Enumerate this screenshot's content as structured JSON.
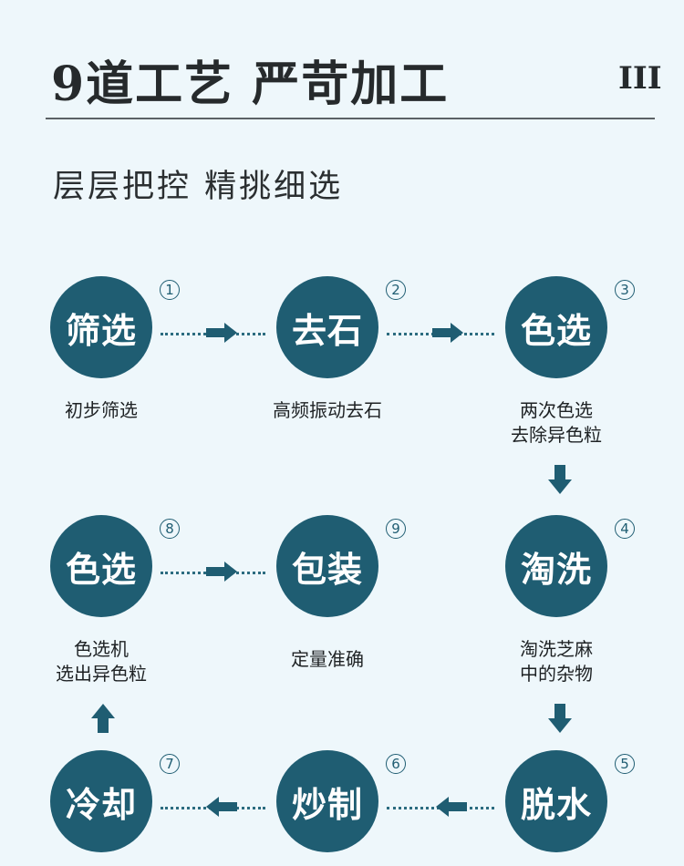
{
  "header": {
    "title": "9道工艺  严苛加工",
    "side_mark": "III",
    "subtitle": "层层把控 精挑细选"
  },
  "steps": [
    {
      "label": "筛选",
      "number": "1",
      "desc_line1": "初步筛选",
      "desc_line2": ""
    },
    {
      "label": "去石",
      "number": "2",
      "desc_line1": "高频振动去石",
      "desc_line2": ""
    },
    {
      "label": "色选",
      "number": "3",
      "desc_line1": "两次色选",
      "desc_line2": "去除异色粒"
    },
    {
      "label": "淘洗",
      "number": "4",
      "desc_line1": "淘洗芝麻",
      "desc_line2": "中的杂物"
    },
    {
      "label": "脱水",
      "number": "5",
      "desc_line1": "",
      "desc_line2": ""
    },
    {
      "label": "炒制",
      "number": "6",
      "desc_line1": "",
      "desc_line2": ""
    },
    {
      "label": "冷却",
      "number": "7",
      "desc_line1": "",
      "desc_line2": ""
    },
    {
      "label": "色选",
      "number": "8",
      "desc_line1": "色选机",
      "desc_line2": "选出异色粒"
    },
    {
      "label": "包装",
      "number": "9",
      "desc_line1": "定量准确",
      "desc_line2": ""
    }
  ],
  "colors": {
    "accent": "#1f5d72",
    "background": "#eef7fb"
  }
}
